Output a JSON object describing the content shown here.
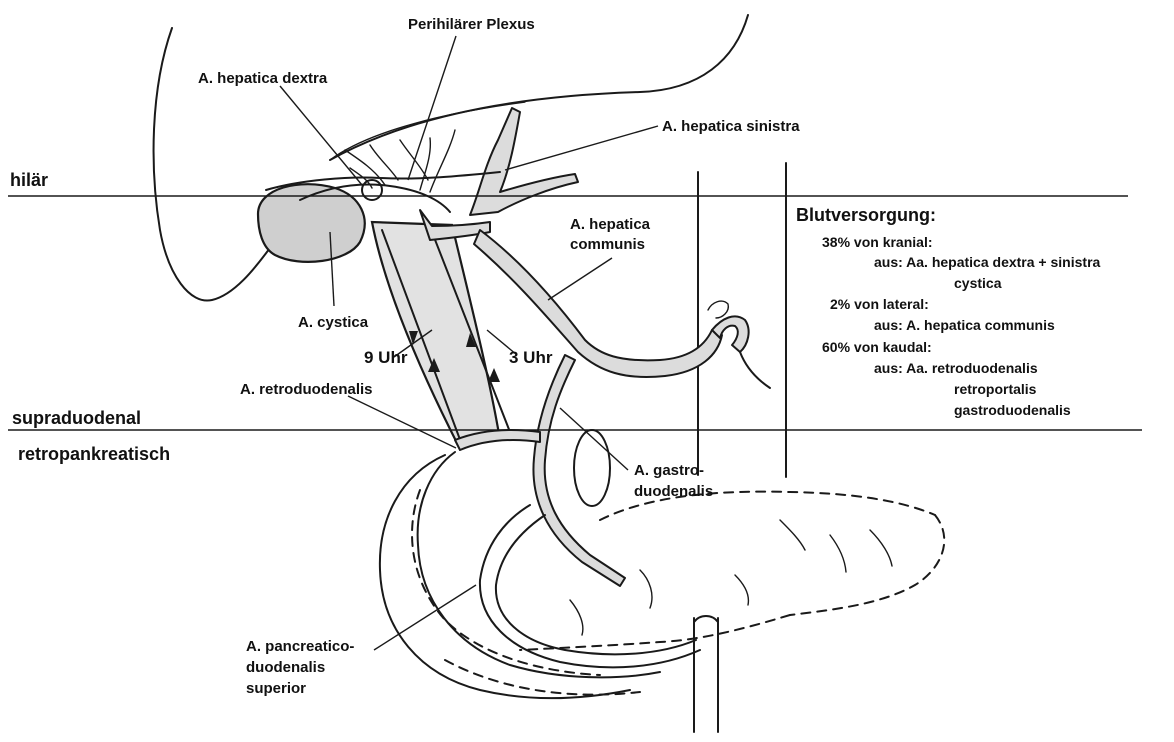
{
  "zones": {
    "hilar": "hilär",
    "supraduodenal": "supraduodenal",
    "retropancreatic": "retropankreatisch"
  },
  "labels": {
    "perihilar_plexus": "Perihilärer Plexus",
    "a_hepatica_dextra": "A. hepatica dextra",
    "a_hepatica_sinistra": "A. hepatica sinistra",
    "a_hepatica_communis_1": "A. hepatica",
    "a_hepatica_communis_2": "communis",
    "a_cystica": "A. cystica",
    "nine_oclock": "9 Uhr",
    "three_oclock": "3 Uhr",
    "a_retroduodenalis": "A. retroduodenalis",
    "a_gastroduodenalis_1": "A. gastro-",
    "a_gastroduodenalis_2": "duodenalis",
    "a_pancreaticoduodenalis_1": "A. pancreatico-",
    "a_pancreaticoduodenalis_2": "duodenalis",
    "a_pancreaticoduodenalis_3": "superior"
  },
  "blood_supply": {
    "title": "Blutversorgung:",
    "cranial": "38% von kranial:",
    "cranial_from_1": "aus: Aa. hepatica dextra + sinistra",
    "cranial_from_2": "cystica",
    "lateral": "2% von lateral:",
    "lateral_from": "aus: A. hepatica communis",
    "caudal": "60% von kaudal:",
    "caudal_from_1": "aus: Aa. retroduodenalis",
    "caudal_from_2": "retroportalis",
    "caudal_from_3": "gastroduodenalis"
  }
}
